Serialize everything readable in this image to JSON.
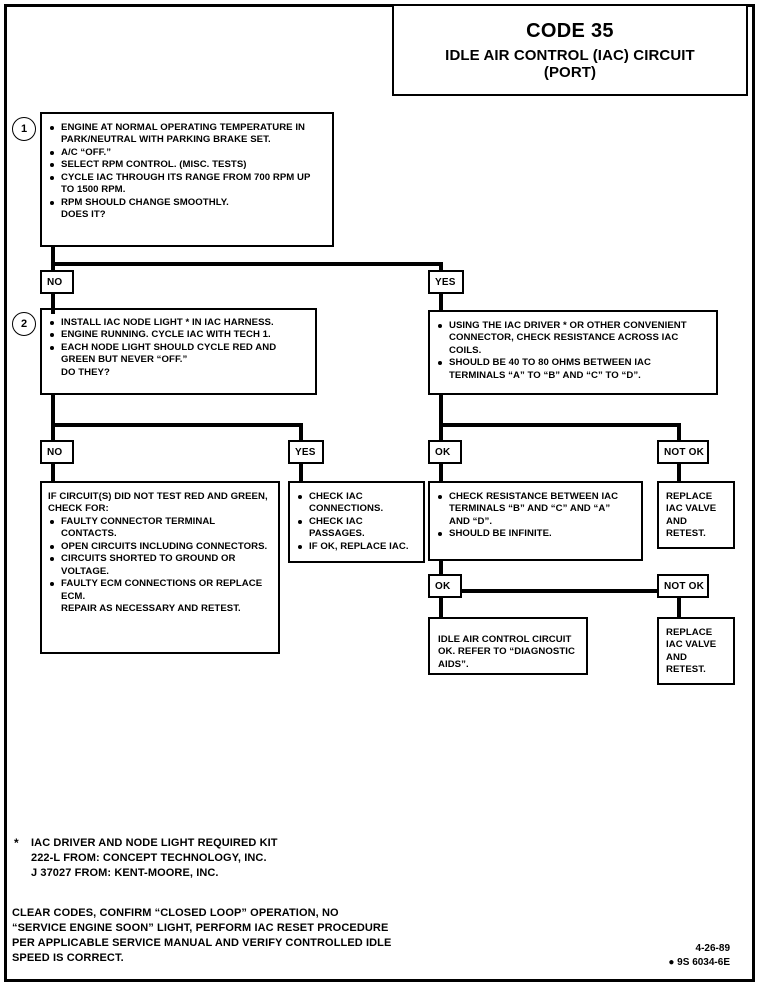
{
  "title": {
    "code": "CODE 35",
    "subtitle_line1": "IDLE AIR CONTROL (IAC) CIRCUIT",
    "subtitle_line2": "(PORT)"
  },
  "steps": {
    "one": "1",
    "two": "2"
  },
  "box1": {
    "items": [
      "ENGINE AT NORMAL OPERATING TEMPERATURE IN PARK/NEUTRAL WITH PARKING BRAKE SET.",
      "A/C “OFF.”",
      "SELECT RPM CONTROL.  (MISC. TESTS)",
      "CYCLE IAC THROUGH ITS RANGE FROM 700 RPM UP TO 1500 RPM.",
      "RPM SHOULD CHANGE SMOOTHLY."
    ],
    "tail": "DOES IT?"
  },
  "box2": {
    "items": [
      "INSTALL IAC NODE LIGHT * IN IAC HARNESS.",
      "ENGINE RUNNING.  CYCLE IAC WITH TECH 1.",
      "EACH NODE LIGHT SHOULD CYCLE RED AND GREEN BUT NEVER “OFF.”"
    ],
    "tail": "DO THEY?"
  },
  "box_yes_right": {
    "items": [
      "USING THE IAC DRIVER * OR OTHER CONVENIENT CONNECTOR, CHECK RESISTANCE ACROSS IAC COILS.",
      "SHOULD BE 40 TO 80 OHMS BETWEEN IAC TERMINALS “A” TO “B” AND “C” TO “D”."
    ]
  },
  "box_no_check": {
    "header": "IF CIRCUIT(S) DID NOT TEST RED AND GREEN, CHECK FOR:",
    "items": [
      "FAULTY CONNECTOR TERMINAL CONTACTS.",
      "OPEN CIRCUITS INCLUDING CONNECTORS.",
      "CIRCUITS SHORTED TO GROUND OR VOLTAGE.",
      "FAULTY ECM CONNECTIONS OR REPLACE ECM."
    ],
    "tail": "REPAIR AS NECESSARY AND RETEST."
  },
  "box_yes_iac": {
    "items": [
      "CHECK IAC CONNECTIONS.",
      "CHECK IAC PASSAGES.",
      "IF OK, REPLACE IAC."
    ]
  },
  "box_ok_resistance": {
    "items": [
      "CHECK RESISTANCE BETWEEN IAC TERMINALS “B” AND “C” AND “A” AND “D”.",
      "SHOULD BE INFINITE."
    ]
  },
  "box_notok_replace_top": {
    "text": "REPLACE IAC VALVE AND RETEST."
  },
  "box_notok_replace_bottom": {
    "text": "REPLACE IAC VALVE AND RETEST."
  },
  "box_circuit_ok": {
    "text": "IDLE AIR CONTROL CIRCUIT OK. REFER TO “DIAGNOSTIC AIDS”."
  },
  "labels": {
    "no_1": "NO",
    "yes_1": "YES",
    "no_2": "NO",
    "yes_2": "YES",
    "ok_1": "OK",
    "not_ok_1": "NOT OK",
    "ok_2": "OK",
    "not_ok_2": "NOT OK"
  },
  "footnotes": {
    "star": "*",
    "kit": "IAC DRIVER AND NODE LIGHT REQUIRED KIT\n222-L FROM:  CONCEPT TECHNOLOGY, INC.\nJ 37027 FROM:  KENT-MOORE, INC.",
    "procedure": "CLEAR CODES, CONFIRM “CLOSED LOOP” OPERATION, NO\n“SERVICE ENGINE SOON” LIGHT, PERFORM IAC RESET PROCEDURE\nPER APPLICABLE SERVICE MANUAL AND VERIFY CONTROLLED IDLE\nSPEED IS CORRECT."
  },
  "stamp": {
    "date": "4-26-89",
    "docnum": "● 9S 6034-6E"
  }
}
